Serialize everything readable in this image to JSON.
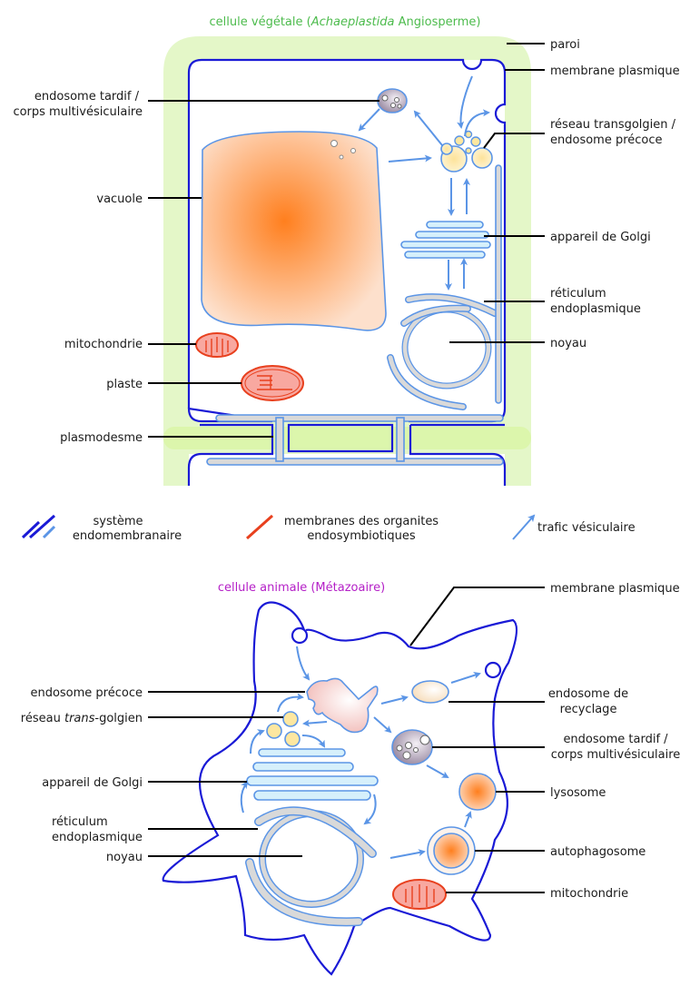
{
  "plant_cell": {
    "title_pre": "cellule végétale (",
    "title_italic": "Achaeplastida",
    "title_post": " Angiosperme)",
    "labels": {
      "paroi": "paroi",
      "membrane_plasmique": "membrane plasmique",
      "endosome_tardif_1": "endosome tardif /",
      "endosome_tardif_2": "corps multivésiculaire",
      "reseau_tg_1": "réseau transgolgien /",
      "reseau_tg_2": "endosome précoce",
      "vacuole": "vacuole",
      "golgi": "appareil de Golgi",
      "reticulum_1": "réticulum",
      "reticulum_2": "endoplasmique",
      "noyau": "noyau",
      "mitochondrie": "mitochondrie",
      "plaste": "plaste",
      "plasmodesme": "plasmodesme"
    }
  },
  "legend": {
    "endomembrane_1": "système",
    "endomembrane_2": "endomembranaire",
    "endosymbiotic_1": "membranes des organites",
    "endosymbiotic_2": "endosymbiotiques",
    "vesicular": "trafic vésiculaire"
  },
  "animal_cell": {
    "title": "cellule animale (Métazoaire)",
    "labels": {
      "membrane_plasmique": "membrane plasmique",
      "endosome_precoce": "endosome précoce",
      "reseau_pre": "réseau ",
      "reseau_italic": "trans",
      "reseau_post": "-golgien",
      "endosome_recyclage_1": "endosome de",
      "endosome_recyclage_2": "recyclage",
      "endosome_tardif_1": "endosome tardif /",
      "endosome_tardif_2": "corps multivésiculaire",
      "golgi": "appareil de Golgi",
      "lysosome": "lysosome",
      "reticulum_1": "réticulum",
      "reticulum_2": "endoplasmique",
      "noyau": "noyau",
      "autophagosome": "autophagosome",
      "mitochondrie": "mitochondrie"
    }
  },
  "colors": {
    "plasma_membrane": "#1a1ad6",
    "endomembrane": "#5b95e6",
    "endosymbiotic": "#e8401e",
    "cell_wall": "#e4f7c8",
    "plant_title": "#4cbb4c",
    "animal_title": "#b41fc7"
  }
}
